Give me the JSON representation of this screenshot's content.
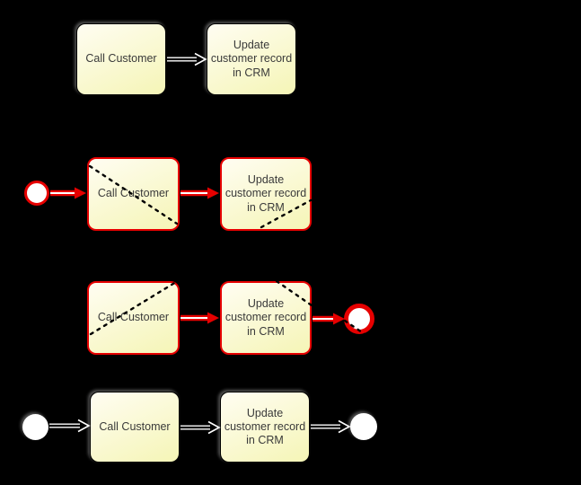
{
  "diagram": {
    "colors": {
      "bg": "#000000",
      "highlight": "#e60000",
      "task_top": "#fffdf2",
      "task_bottom": "#f5f5b6",
      "text": "#3a3a3a",
      "flow_casing": "#ffffff",
      "trail": "#000000"
    },
    "rows": [
      {
        "task1_label": "Call Customer",
        "task2_label": "Update\ncustomer record\nin CRM"
      },
      {
        "task1_label": "Call Customer",
        "task2_label": "Update\ncustomer record\nin CRM"
      },
      {
        "task1_label": "Call Customer",
        "task2_label": "Update\ncustomer record\nin CRM"
      },
      {
        "task1_label": "Call Customer",
        "task2_label": "Update\ncustomer record\nin CRM"
      }
    ]
  }
}
